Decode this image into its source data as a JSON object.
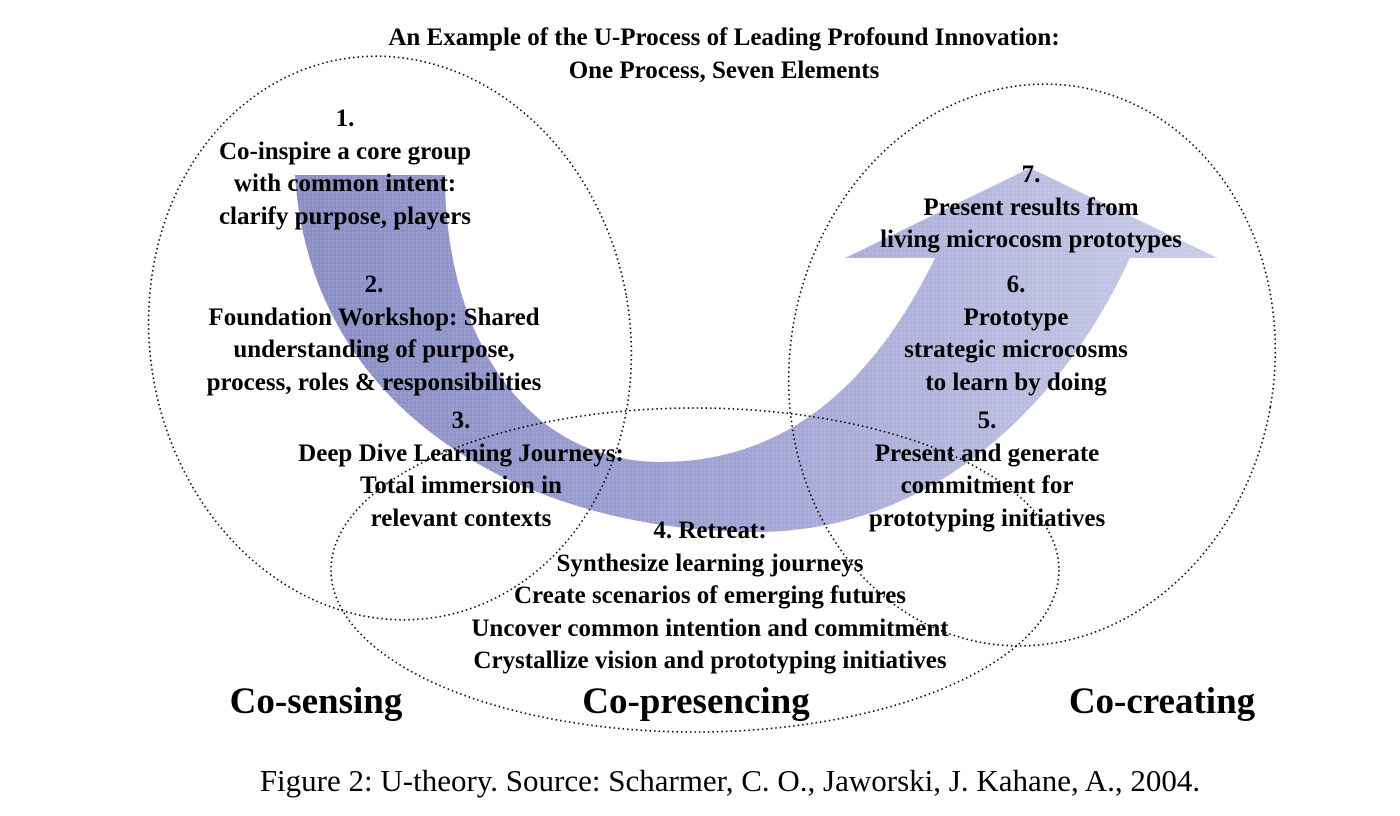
{
  "title": {
    "line1": "An Example of the U-Process of Leading Profound Innovation:",
    "line2": "One Process, Seven Elements"
  },
  "steps": [
    {
      "number": "1.",
      "lines": [
        "Co-inspire a core group",
        "with common intent:",
        "clarify purpose, players"
      ]
    },
    {
      "number": "2.",
      "lines": [
        "Foundation Workshop: Shared",
        "understanding of purpose,",
        "process, roles & responsibilities"
      ]
    },
    {
      "number": "3.",
      "lines": [
        "Deep Dive Learning Journeys:",
        "Total immersion in",
        "relevant contexts"
      ]
    },
    {
      "number": "4. Retreat:",
      "lines": [
        "Synthesize learning journeys",
        "Create scenarios of emerging futures",
        "Uncover common intention and commitment",
        "Crystallize vision and prototyping initiatives"
      ]
    },
    {
      "number": "5.",
      "lines": [
        "Present and generate",
        "commitment for",
        "prototyping initiatives"
      ]
    },
    {
      "number": "6.",
      "lines": [
        "Prototype",
        "strategic microcosms",
        "to learn by doing"
      ]
    },
    {
      "number": "7.",
      "lines": [
        "Present results from",
        "living microcosm prototypes"
      ]
    }
  ],
  "phases": {
    "sensing": "Co-sensing",
    "presencing": "Co-presencing",
    "creating": "Co-creating"
  },
  "caption": "Figure 2: U-theory. Source: Scharmer, C. O., Jaworski, J. Kahane, A., 2004.",
  "colors": {
    "arrow_dark": "#8c8fc6",
    "arrow_light": "#c9cbe8",
    "outline": "#000000"
  }
}
